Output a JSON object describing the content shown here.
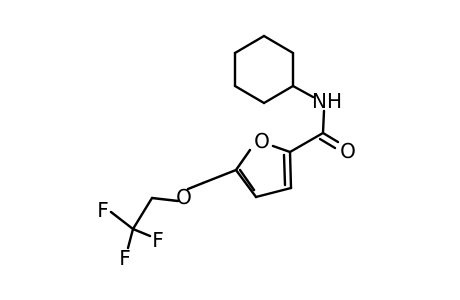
{
  "atoms": {
    "amide_n": "NH",
    "carbonyl_o": "O",
    "furan_o": "O",
    "ether_o": "O",
    "fluorine_1": "F",
    "fluorine_2": "F",
    "fluorine_3": "F"
  }
}
